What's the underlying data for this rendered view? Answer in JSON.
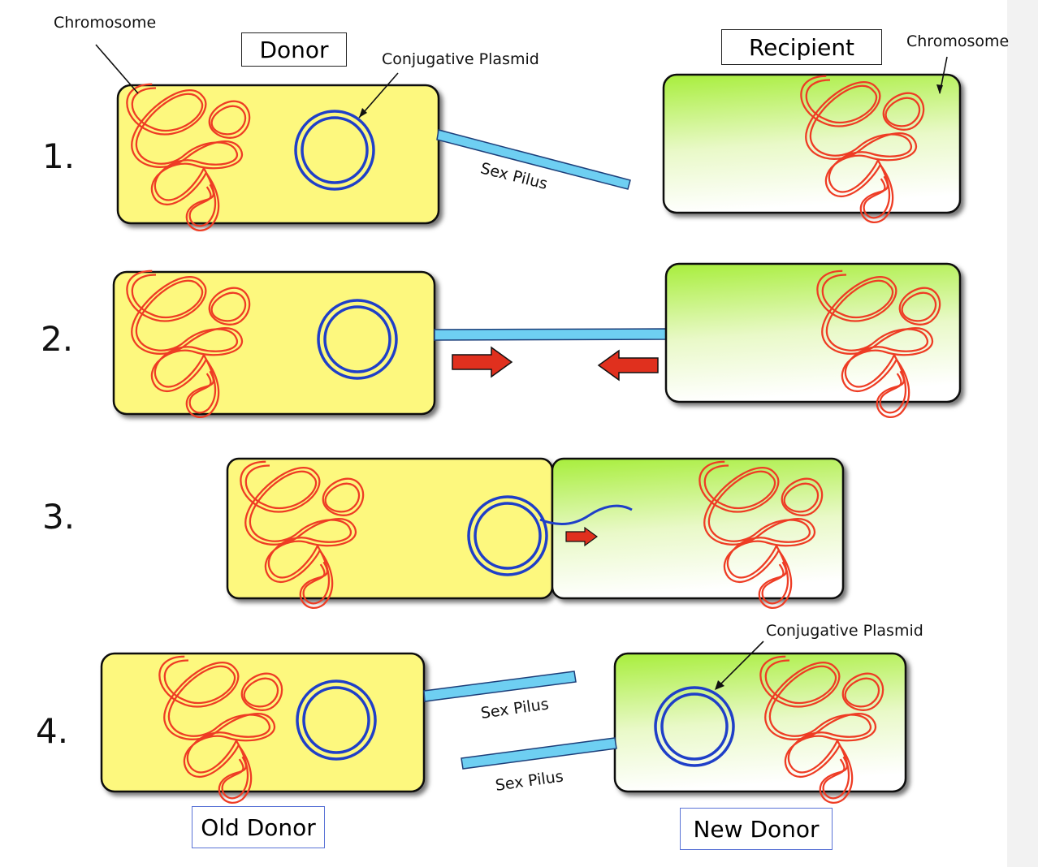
{
  "labels": {
    "donor": "Donor",
    "recipient": "Recipient",
    "chromosome_left": "Chromosome",
    "chromosome_right": "Chromosome",
    "plasmid_top": "Conjugative Plasmid",
    "plasmid_bottom": "Conjugative Plasmid",
    "sex_pilus_1": "Sex Pilus",
    "sex_pilus_4a": "Sex Pilus",
    "sex_pilus_4b": "Sex Pilus",
    "old_donor": "Old Donor",
    "new_donor": "New Donor"
  },
  "steps": [
    "1.",
    "2.",
    "3.",
    "4."
  ],
  "colors": {
    "donor_cell": "#fdf87e",
    "recipient_top": "#b3f04c",
    "recipient_bottom": "#ffffff",
    "chromosome": "#ee3c24",
    "plasmid": "#1f3fc8",
    "pilus": "#6ecff2",
    "arrow": "#e0301e"
  }
}
